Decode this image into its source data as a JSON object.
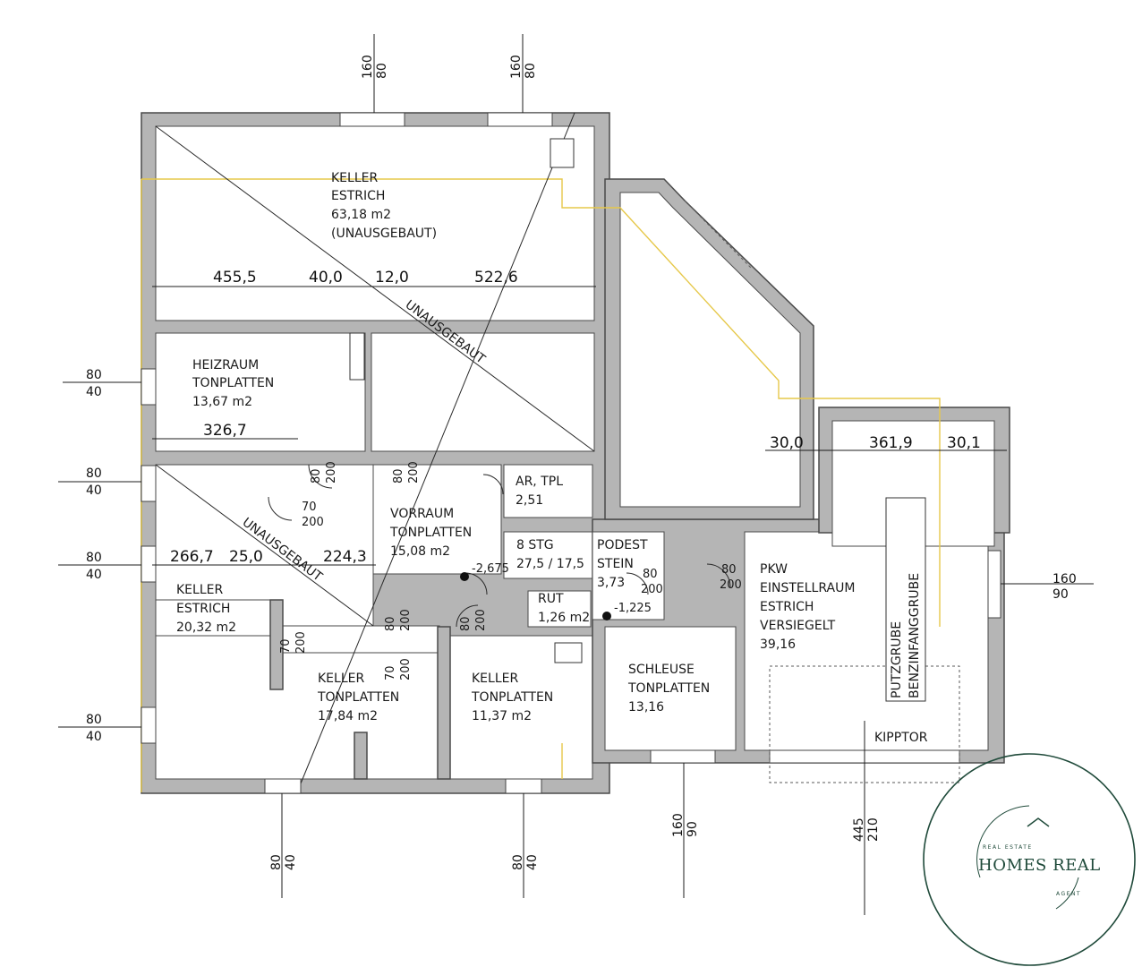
{
  "rooms": {
    "keller_top": {
      "name": "KELLER",
      "floor": "ESTRICH",
      "area": "63,18 m2",
      "note": "(UNAUSGEBAUT)"
    },
    "heizraum": {
      "name": "HEIZRAUM",
      "floor": "TONPLATTEN",
      "area": "13,67 m2"
    },
    "ar_tpl": {
      "name": "AR, TPL",
      "area": "2,51"
    },
    "vorraum": {
      "name": "VORRAUM",
      "floor": "TONPLATTEN",
      "area": "15,08 m2"
    },
    "keller_left": {
      "name": "KELLER",
      "floor": "ESTRICH",
      "area": "20,32 m2"
    },
    "keller_mid": {
      "name": "KELLER",
      "floor": "TONPLATTEN",
      "area": "17,84 m2"
    },
    "keller_right": {
      "name": "KELLER",
      "floor": "TONPLATTEN",
      "area": "11,37 m2"
    },
    "stg": {
      "line1": "8 STG",
      "line2": "27,5 / 17,5"
    },
    "podest": {
      "name": "PODEST",
      "floor": "STEIN",
      "area": "3,73"
    },
    "rut": {
      "name": "RUT",
      "area": "1,26 m2"
    },
    "schleuse": {
      "name": "SCHLEUSE",
      "floor": "TONPLATTEN",
      "area": "13,16"
    },
    "pkw": {
      "line1": "PKW",
      "line2": "EINSTELLRAUM",
      "line3": "ESTRICH",
      "line4": "VERSIEGELT",
      "area": "39,16"
    },
    "putzgrube": {
      "line1": "PUTZGRUBE",
      "line2": "BENZINFANGGRUBE"
    },
    "kipptor": "KIPPTOR",
    "unausgebaut_1": "UNAUSGEBAUT",
    "unausgebaut_2": "UNAUSGEBAUT"
  },
  "dimensions": {
    "top_row": [
      "455,5",
      "40,0",
      "12,0",
      "522,6"
    ],
    "heizraum_width": "326,7",
    "lower_row": [
      "266,7",
      "25,0",
      "224,3"
    ],
    "garage_row": [
      "30,0",
      "361,9",
      "30,1"
    ]
  },
  "openings": {
    "top_window_1": [
      "160",
      "80"
    ],
    "top_window_2": [
      "160",
      "80"
    ],
    "left_window_1": [
      "80",
      "40"
    ],
    "left_window_2": [
      "80",
      "40"
    ],
    "left_window_3": [
      "80",
      "40"
    ],
    "left_window_4": [
      "80",
      "40"
    ],
    "right_window": [
      "160",
      "90"
    ],
    "bottom_window_1": [
      "80",
      "40"
    ],
    "bottom_window_2": [
      "80",
      "40"
    ],
    "bottom_window_3": [
      "160",
      "90"
    ],
    "garage_door": [
      "445",
      "210"
    ],
    "door_heiz": [
      "80",
      "200"
    ],
    "door_vorraum_top": [
      "80",
      "200"
    ],
    "door_70_a": [
      "70",
      "200"
    ],
    "door_80_mid": [
      "80",
      "200"
    ],
    "door_80_right": [
      "80",
      "200"
    ],
    "door_70_b": [
      "70",
      "200"
    ],
    "door_70_c": [
      "70",
      "200"
    ],
    "door_podest": [
      "80",
      "200"
    ],
    "door_pkw": [
      "80",
      "200"
    ]
  },
  "levels": {
    "vorraum_level": "-2,675",
    "rut_level": "-1,225"
  },
  "logo": {
    "main": "HOMES REAL",
    "arc_top": "REAL ESTATE",
    "arc_bottom": "AGENT",
    "color": "#1f4a3a"
  }
}
